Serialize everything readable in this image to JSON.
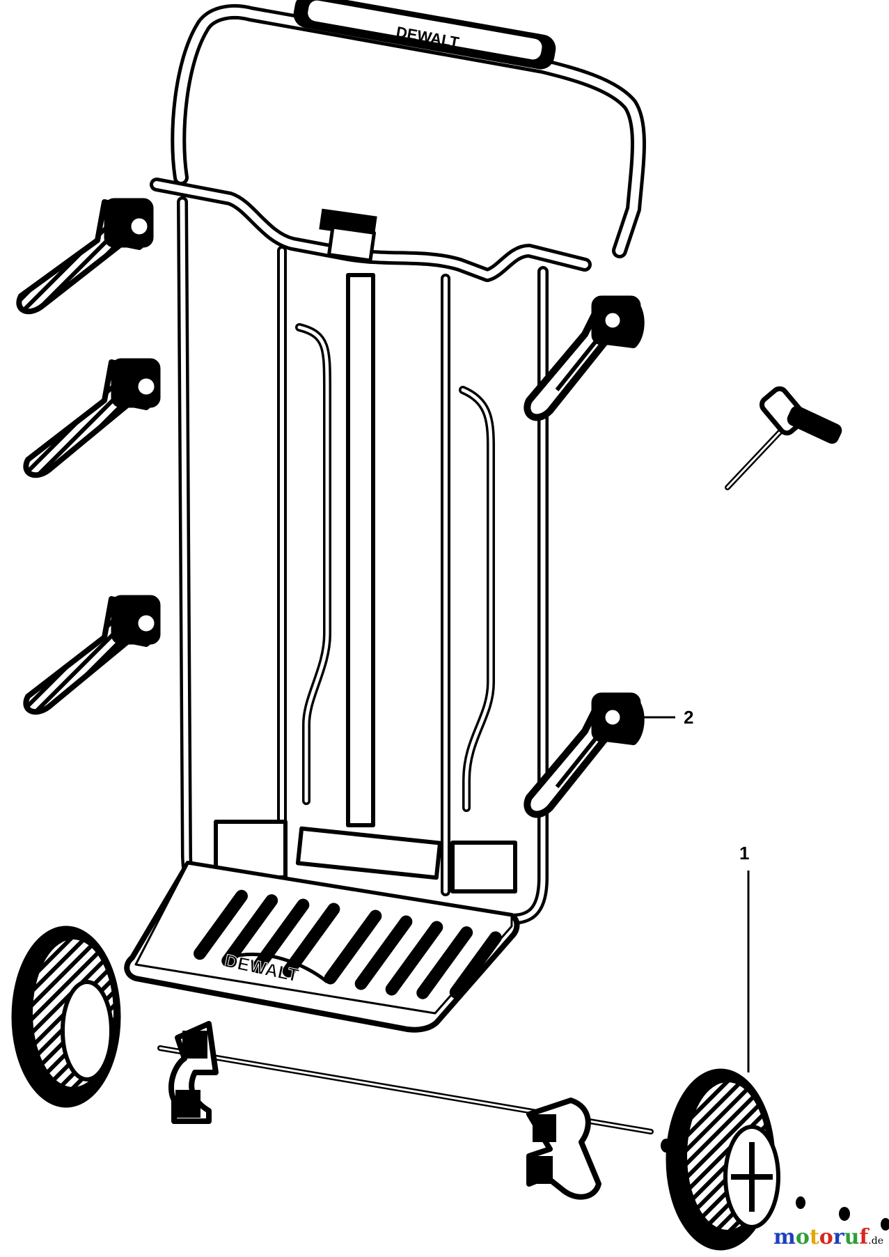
{
  "diagram": {
    "callouts": [
      {
        "number": "1",
        "part": "wheel"
      },
      {
        "number": "2",
        "part": "side-bracket"
      }
    ],
    "plate_brand": "DEWALT",
    "handle_brand": "DEWALT"
  },
  "watermark": {
    "text": "motoruf",
    "suffix": ".de",
    "colors": {
      "m": "#1f3fbf",
      "o1": "#2f9e3a",
      "t": "#e0a800",
      "o2": "#d6281f",
      "r": "#1f3fbf",
      "u": "#2f9e3a",
      "f": "#d6281f"
    }
  }
}
